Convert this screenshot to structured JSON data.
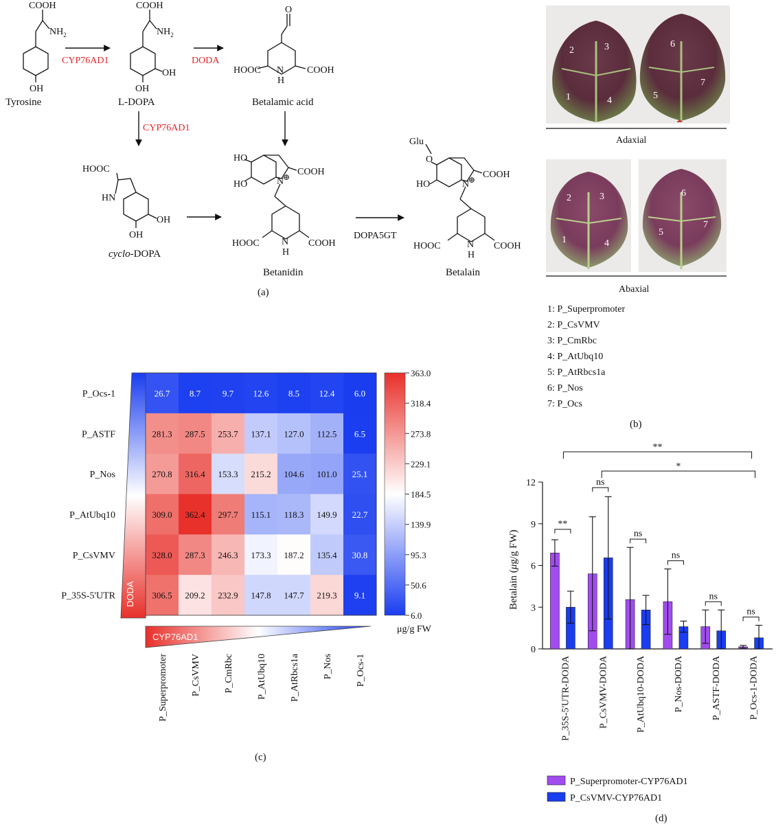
{
  "panel_a": {
    "caption": "(a)",
    "compounds": {
      "tyrosine": "Tyrosine",
      "ldopa": "L-DOPA",
      "betalamic": "Betalamic acid",
      "cyclodopa_italic": "cyclo",
      "cyclodopa_rest": "-DOPA",
      "betanidin": "Betanidin",
      "betalain": "Betalain"
    },
    "enzymes": {
      "cyp1": "CYP76AD1",
      "doda": "DODA",
      "cyp2": "CYP76AD1",
      "dopa5gt": "DOPA5GT"
    },
    "groups": {
      "cooh": "COOH",
      "hooc": "HOOC",
      "nh2": "NH",
      "nh2_sub": "2",
      "oh": "OH",
      "ho": "HO",
      "hn": "HN",
      "h": "H",
      "n": "N",
      "o": "O",
      "glu": "Glu",
      "plus": "⊕"
    }
  },
  "panel_b": {
    "caption": "(b)",
    "adaxial": "Adaxial",
    "abaxial": "Abaxial",
    "leaf_numbers_left": [
      "1",
      "2",
      "3",
      "4"
    ],
    "leaf_numbers_right": [
      "5",
      "6",
      "7"
    ],
    "legend": [
      "1: P_Superpromoter",
      "2: P_CsVMV",
      "3: P_CmRbc",
      "4: P_AtUbq10",
      "5: P_AtRbcs1a",
      "6: P_Nos",
      "7: P_Ocs"
    ]
  },
  "panel_c": {
    "caption": "(c)",
    "doda_label": "DODA",
    "cyp_label": "CYP76AD1",
    "unit": "μg/g FW",
    "colorbar_ticks": [
      "363.0",
      "318.4",
      "273.8",
      "229.1",
      "184.5",
      "139.9",
      "95.3",
      "50.6",
      "6.0"
    ],
    "colors": {
      "high": "#e8302a",
      "mid": "#ffffff",
      "low": "#1a3df0"
    }
  },
  "panel_d": {
    "caption": "(d)",
    "ylabel_pre": "Betalain (",
    "ylabel_mu": "μ",
    "ylabel_post": "g/g FW)",
    "sig_top": "**",
    "sig_second": "*"
  },
  "chart_data": [
    {
      "type": "heatmap",
      "rows": [
        "P_Ocs-1",
        "P_ASTF",
        "P_Nos",
        "P_AtUbq10",
        "P_CsVMV",
        "P_35S-5'UTR"
      ],
      "columns": [
        "P_Superpromoter",
        "P_CsVMV",
        "P_CmRbc",
        "P_AtUbq10",
        "P_AtRbcs1a",
        "P_Nos",
        "P_Ocs-1"
      ],
      "values": [
        [
          26.7,
          8.7,
          9.7,
          12.6,
          8.5,
          12.4,
          6.0
        ],
        [
          281.3,
          287.5,
          253.7,
          137.1,
          127.0,
          112.5,
          6.5
        ],
        [
          270.8,
          316.4,
          153.3,
          215.2,
          104.6,
          101.0,
          25.1
        ],
        [
          309.0,
          362.4,
          297.7,
          115.1,
          118.3,
          149.9,
          22.7
        ],
        [
          328.0,
          287.3,
          246.3,
          173.3,
          187.2,
          135.4,
          30.8
        ],
        [
          306.5,
          209.2,
          232.9,
          147.8,
          147.7,
          219.3,
          9.1
        ]
      ],
      "value_labels": [
        [
          "26.7",
          "8.7",
          "9.7",
          "12.6",
          "8.5",
          "12.4",
          "6.0"
        ],
        [
          "281.3",
          "287.5",
          "253.7",
          "137.1",
          "127.0",
          "112.5",
          "6.5"
        ],
        [
          "270.8",
          "316.4",
          "153.3",
          "215.2",
          "104.6",
          "101.0",
          "25.1"
        ],
        [
          "309.0",
          "362.4",
          "297.7",
          "115.1",
          "118.3",
          "149.9",
          "22.7"
        ],
        [
          "328.0",
          "287.3",
          "246.3",
          "173.3",
          "187.2",
          "135.4",
          "30.8"
        ],
        [
          "306.5",
          "209.2",
          "232.9",
          "147.8",
          "147.7",
          "219.3",
          "9.1"
        ]
      ],
      "vmin": 6.0,
      "vmax": 363.0
    },
    {
      "type": "bar",
      "categories": [
        "P_35S-5'UTR-DODA",
        "P_CsVMV-DODA",
        "P_AtUbq10-DODA",
        "P_Nos-DODA",
        "P_ASTF-DODA",
        "P_Ocs-1-DODA"
      ],
      "series": [
        {
          "name": "P_Superpromoter-CYP76AD1",
          "color": "#a24cf0",
          "values": [
            6.9,
            5.4,
            3.55,
            3.4,
            1.6,
            0.15
          ],
          "err": [
            0.95,
            4.1,
            3.75,
            2.35,
            1.2,
            0.1
          ]
        },
        {
          "name": "P_CsVMV-CYP76AD1",
          "color": "#1a3df0",
          "values": [
            3.0,
            6.55,
            2.8,
            1.6,
            1.3,
            0.8
          ],
          "err": [
            1.15,
            4.4,
            1.05,
            0.4,
            1.5,
            0.9
          ]
        }
      ],
      "ylim": [
        0,
        12
      ],
      "yticks": [
        "0",
        "3",
        "6",
        "9",
        "12"
      ],
      "pair_sig": [
        "**",
        "ns",
        "ns",
        "ns",
        "ns",
        "ns"
      ]
    }
  ]
}
